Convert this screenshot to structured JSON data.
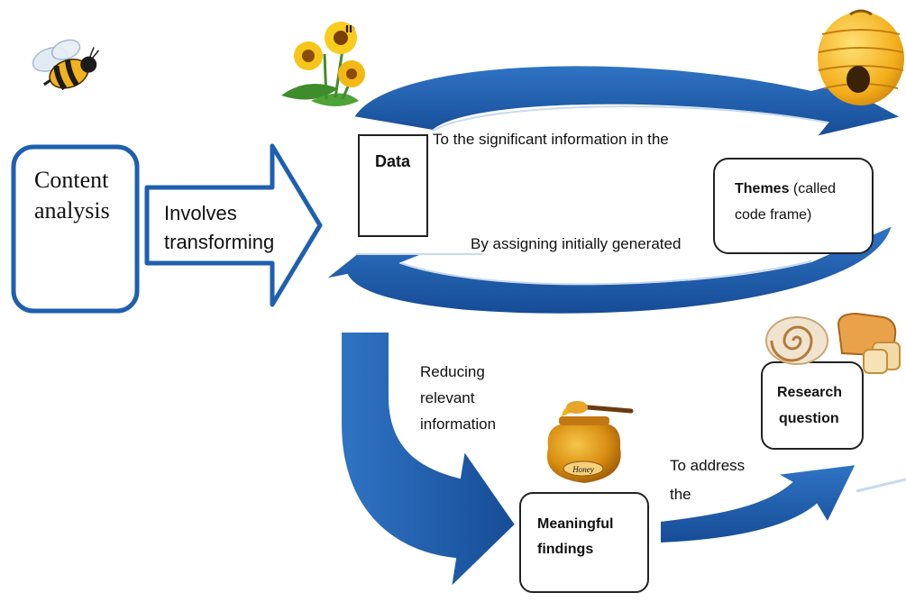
{
  "boxes": {
    "content_analysis": {
      "line1": "Content",
      "line2": "analysis"
    },
    "data": {
      "label": "Data"
    },
    "themes": {
      "bold": "Themes",
      "rest1": " (called",
      "line2": "code frame)"
    },
    "meaningful_findings": {
      "line1": "Meaningful",
      "line2": "findings"
    },
    "research_question": {
      "line1": "Research",
      "line2": "question"
    }
  },
  "arrows": {
    "involves_transforming": {
      "line1": "Involves",
      "line2": "transforming"
    },
    "top_cycle": {
      "text": "To the significant information in the"
    },
    "bottom_cycle": {
      "text": "By assigning initially generated"
    },
    "reducing": {
      "line1": "Reducing",
      "line2": "relevant",
      "line3": "information"
    },
    "to_address": {
      "line1": "To address",
      "line2": "the"
    }
  },
  "icons": {
    "honey_jar_label": "Honey"
  },
  "colors": {
    "arrow_blue": "#1f5fb0",
    "arrow_blue_dark": "#144a91",
    "box_border": "#1f5fb0"
  }
}
